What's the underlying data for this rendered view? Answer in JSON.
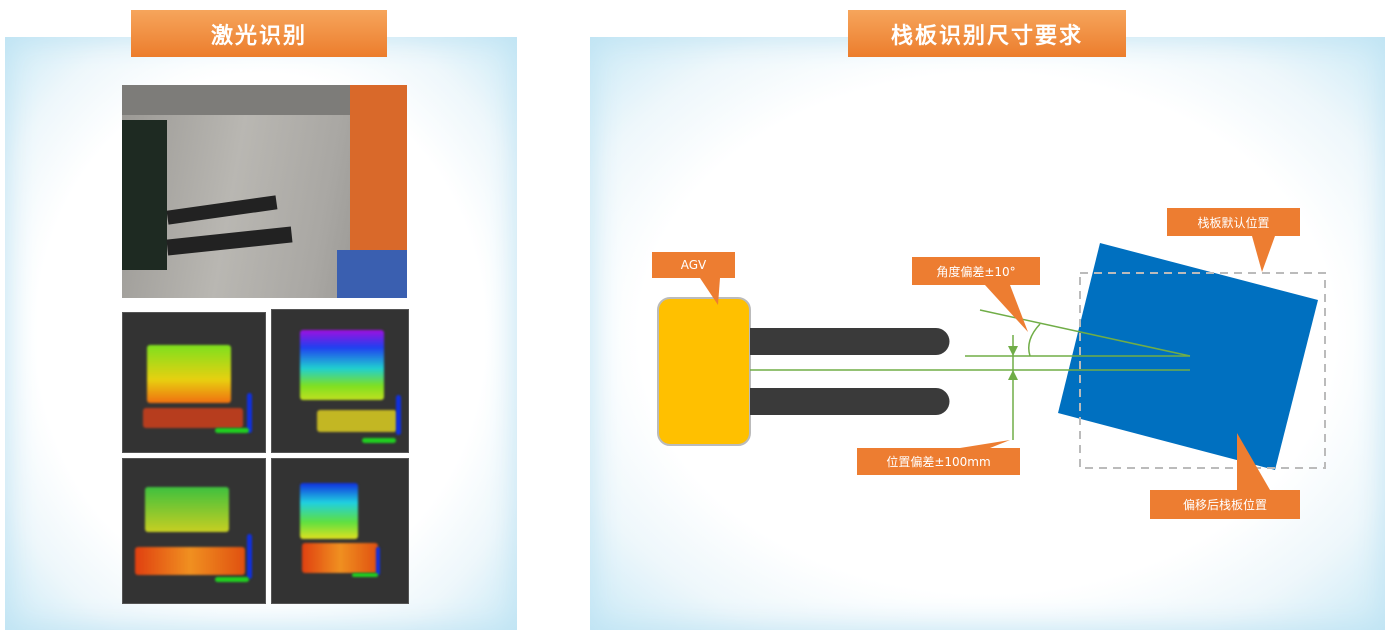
{
  "left_panel": {
    "title": "激光识别"
  },
  "right_panel": {
    "title": "栈板识别尺寸要求",
    "labels": {
      "agv": "AGV",
      "angle": "角度偏差±10°",
      "position": "位置偏差±100mm",
      "default_pos": "栈板默认位置",
      "offset_pos": "偏移后栈板位置"
    }
  },
  "colors": {
    "orange": "#ED7D31",
    "agv": "#FFC000",
    "pallet": "#0070C0",
    "line": "#70AD47",
    "fork": "#3A3A3A"
  }
}
